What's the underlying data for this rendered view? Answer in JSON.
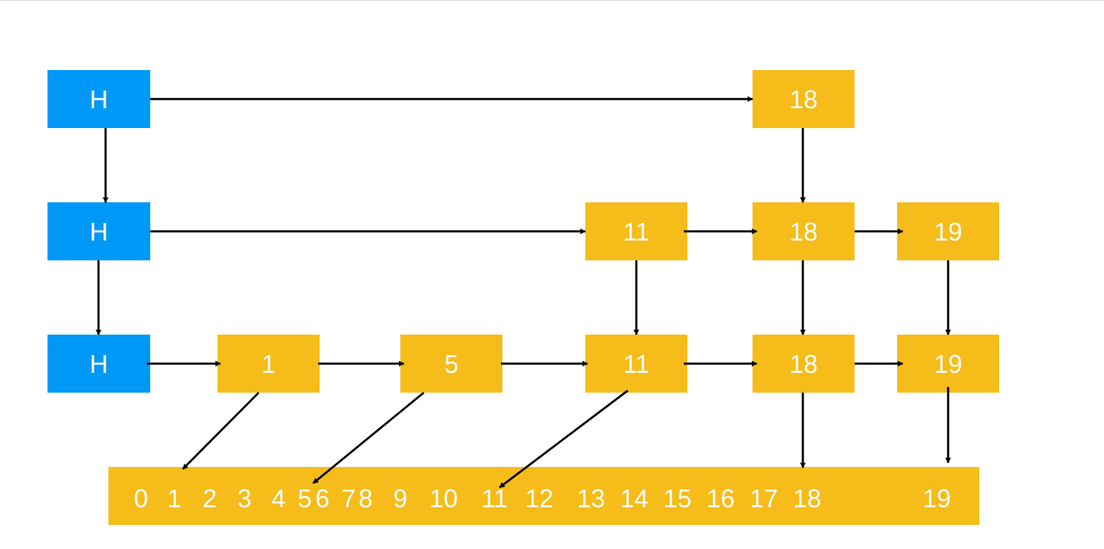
{
  "colors": {
    "head": "#0098F7",
    "node": "#F6BC1A",
    "text": "#FFFFFF",
    "arrow": "#000000"
  },
  "levels": [
    {
      "head_label": "H",
      "nodes": [
        "18"
      ]
    },
    {
      "head_label": "H",
      "nodes": [
        "11",
        "18",
        "19"
      ]
    },
    {
      "head_label": "H",
      "nodes": [
        "1",
        "5",
        "11",
        "18",
        "19"
      ]
    }
  ],
  "base_array": {
    "values": [
      "0",
      "1",
      "2",
      "3",
      "4",
      "5",
      "6",
      "7",
      "8",
      "9",
      "10",
      "11",
      "12",
      "13",
      "14",
      "15",
      "16",
      "17",
      "18",
      "19"
    ]
  }
}
